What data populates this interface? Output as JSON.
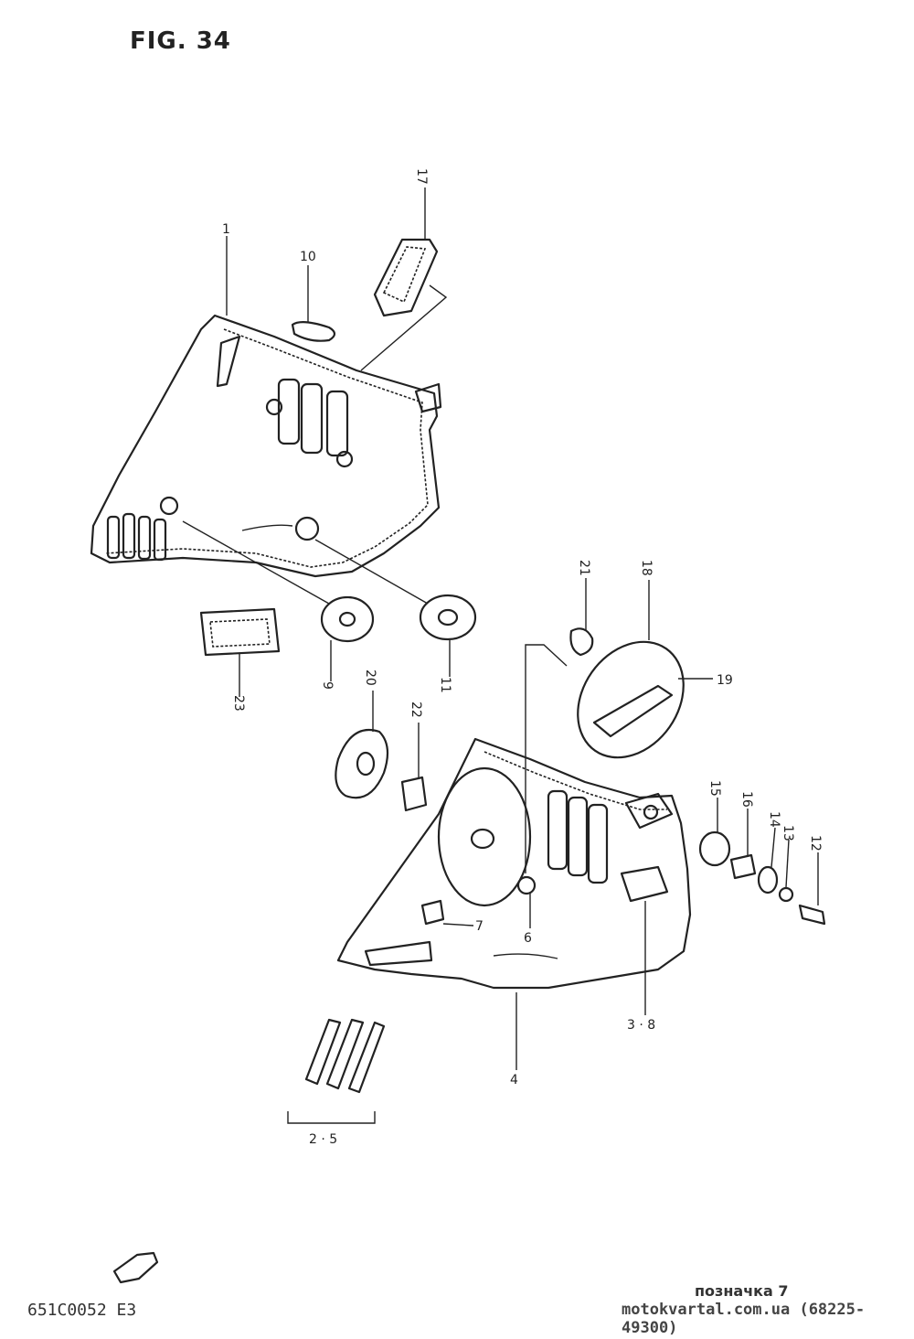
{
  "figure": {
    "title": "FIG. 34",
    "code": "651C0052 E3"
  },
  "callouts": {
    "c1": "1",
    "c10": "10",
    "c17": "17",
    "c9": "9",
    "c11": "11",
    "c23": "23",
    "c20": "20",
    "c22": "22",
    "c21": "21",
    "c18": "18",
    "c19": "19",
    "c15": "15",
    "c16": "16",
    "c14": "14",
    "c13": "13",
    "c12": "12",
    "c7": "7",
    "c6": "6",
    "c38": "3 · 8",
    "c4": "4",
    "c25": "2 · 5"
  },
  "watermark": {
    "label": "позначка 7",
    "site": "motokvartal.com.ua (68225-49300)"
  }
}
